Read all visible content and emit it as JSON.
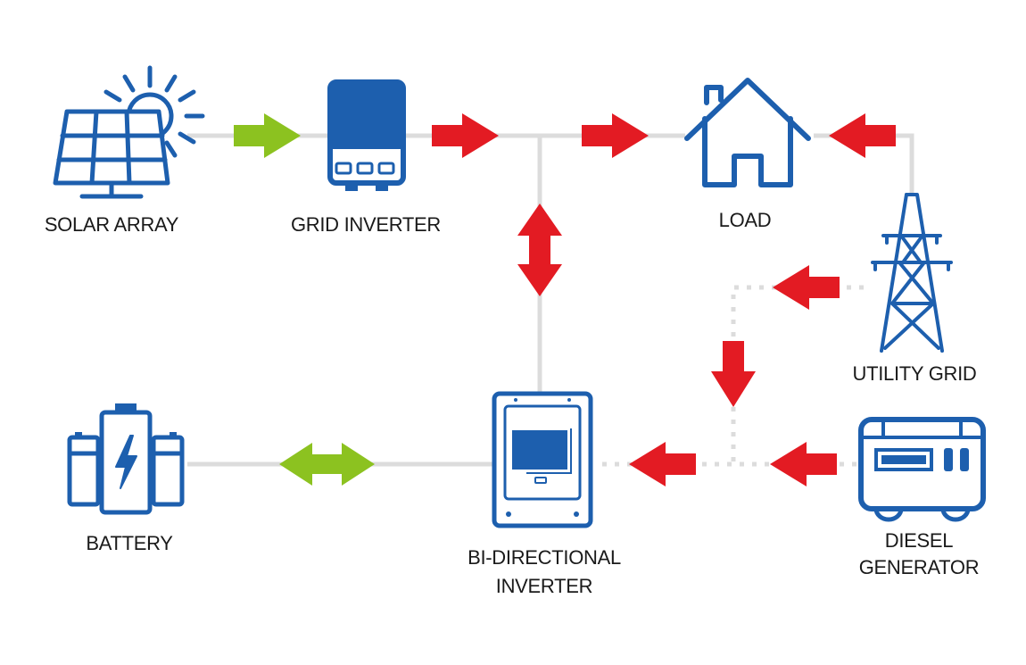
{
  "nodes": {
    "solar_array": {
      "label": "SOLAR ARRAY",
      "icon": "solar-panel-sun-icon"
    },
    "grid_inverter": {
      "label": "GRID INVERTER",
      "icon": "grid-inverter-icon"
    },
    "load": {
      "label": "LOAD",
      "icon": "house-icon"
    },
    "utility_grid": {
      "label": "UTILITY GRID",
      "icon": "transmission-tower-icon"
    },
    "diesel_generator": {
      "label_line1": "DIESEL",
      "label_line2": "GENERATOR",
      "icon": "diesel-generator-icon"
    },
    "bi_directional_inverter": {
      "label_line1": "BI-DIRECTIONAL",
      "label_line2": "INVERTER",
      "icon": "bi-directional-inverter-icon"
    },
    "battery": {
      "label": "BATTERY",
      "icon": "battery-bank-icon"
    }
  },
  "colors": {
    "icon_blue": "#1d5fae",
    "arrow_red": "#e31b23",
    "arrow_green": "#8cc220",
    "line_gray": "#dcdcdc"
  }
}
